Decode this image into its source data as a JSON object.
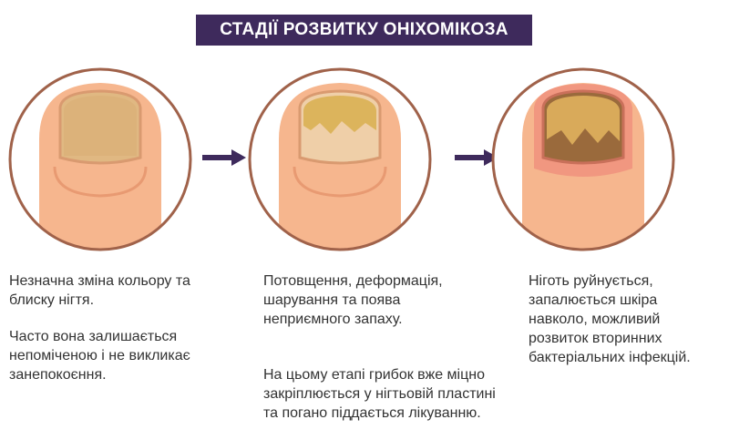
{
  "title": "СТАДІЇ РОЗВИТКУ ОНІХОМІКОЗА",
  "colors": {
    "banner": "#3e2a5c",
    "arrow": "#3e2a5c",
    "skin": "#f4b48a",
    "circle_border": "#a0624a"
  },
  "stages": [
    {
      "paragraphs": [
        "Незначна зміна кольору та блиску нігтя.",
        "Часто вона залишається непоміченою і не викликає занепокоєння."
      ]
    },
    {
      "paragraphs": [
        "Потовщення, деформація, шарування та поява неприємного запаху.",
        "На цьому етапі грибок вже міцно закріплюється у нігтьовій пластині та погано піддається лікуванню."
      ]
    },
    {
      "paragraphs": [
        "Ніготь руйнується, запалюється шкіра навколо, можливий розвиток вторинних бактеріальних інфекцій."
      ]
    }
  ]
}
